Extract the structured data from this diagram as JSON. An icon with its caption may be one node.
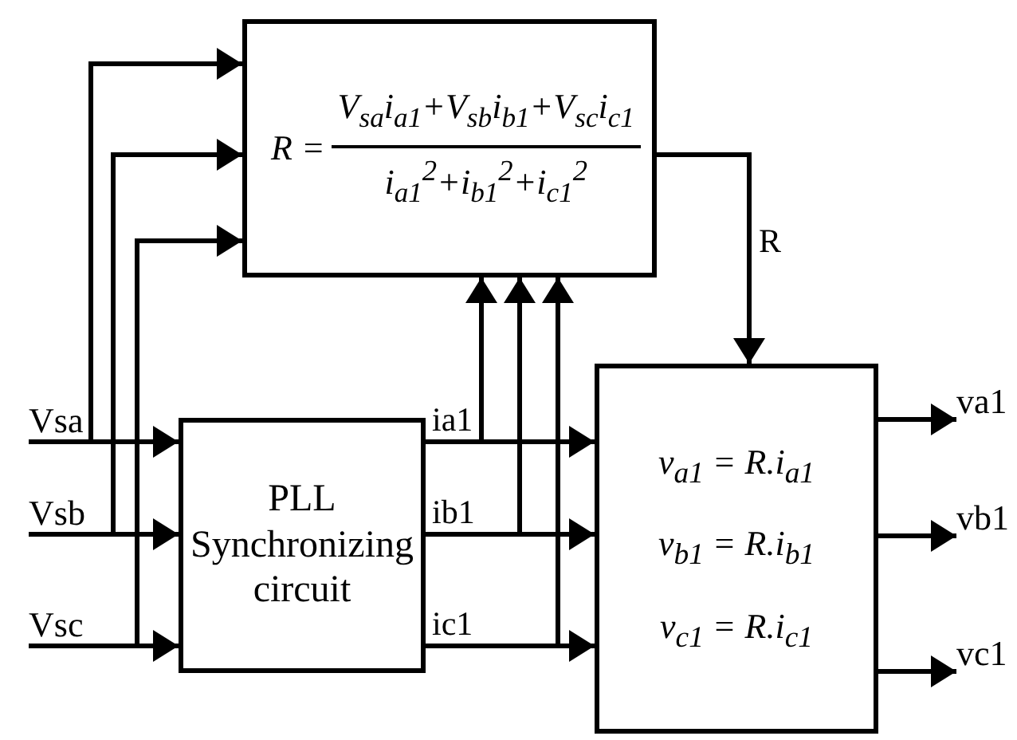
{
  "diagram": {
    "nodes": [
      {
        "text": [
          "R =",
          "V$_{sa}$i$_{a1}$+V$_{sb}$i$_{b1}$+V$_{sc}$i$_{c1}$",
          "i$_{a1}$$^{2}$+i$_{b1}$$^{2}$+i$_{c1}$$^{2}$"
        ]
      },
      {
        "text": [
          "PLL Synchronizing circuit"
        ]
      },
      {
        "text": [
          "v$_{a1}$ = R.i$_{a1}$",
          "v$_{b1}$ = R.i$_{b1}$",
          "v$_{c1}$ = R.i$_{c1}$"
        ]
      },
      {
        "text": [
          "Vsa"
        ]
      },
      {
        "text": [
          "Vsb"
        ]
      },
      {
        "text": [
          "Vsc"
        ]
      },
      {
        "text": [
          "va1"
        ]
      },
      {
        "text": [
          "vb1"
        ]
      },
      {
        "text": [
          "vc1"
        ]
      }
    ],
    "edges": [
      {
        "from": 3,
        "to": 1,
        "arrow": "to"
      },
      {
        "from": 4,
        "to": 1,
        "arrow": "to"
      },
      {
        "from": 5,
        "to": 1,
        "arrow": "to"
      },
      {
        "from": 3,
        "to": 0,
        "arrow": "to"
      },
      {
        "from": 4,
        "to": 0,
        "arrow": "to"
      },
      {
        "from": 5,
        "to": 0,
        "arrow": "to"
      },
      {
        "from": 1,
        "to": 2,
        "arrow": "to",
        "label": "ia1"
      },
      {
        "from": 1,
        "to": 2,
        "arrow": "to",
        "label": "ib1"
      },
      {
        "from": 1,
        "to": 2,
        "arrow": "to",
        "label": "ic1"
      },
      {
        "from": 1,
        "to": 0,
        "arrow": "to"
      },
      {
        "from": 1,
        "to": 0,
        "arrow": "to"
      },
      {
        "from": 1,
        "to": 0,
        "arrow": "to"
      },
      {
        "from": 0,
        "to": 2,
        "arrow": "to",
        "label": "R"
      },
      {
        "from": 2,
        "to": 6,
        "arrow": "to"
      },
      {
        "from": 2,
        "to": 7,
        "arrow": "to"
      },
      {
        "from": 2,
        "to": 8,
        "arrow": "to"
      }
    ]
  }
}
